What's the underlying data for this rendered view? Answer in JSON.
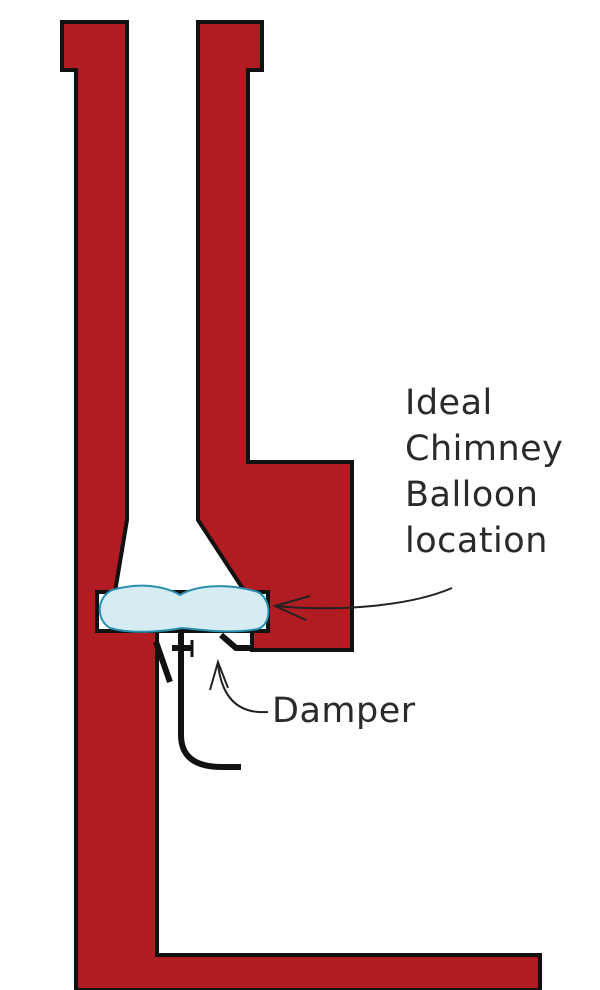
{
  "labels": {
    "balloon_location": [
      "Ideal",
      "Chimney",
      "Balloon",
      "location"
    ],
    "damper": "Damper"
  },
  "colors": {
    "brick": "#b01c22",
    "outline": "#111111",
    "balloon_fill": "#d5ecf3",
    "balloon_stroke": "#2a8fae",
    "text": "#2a2a2a"
  }
}
